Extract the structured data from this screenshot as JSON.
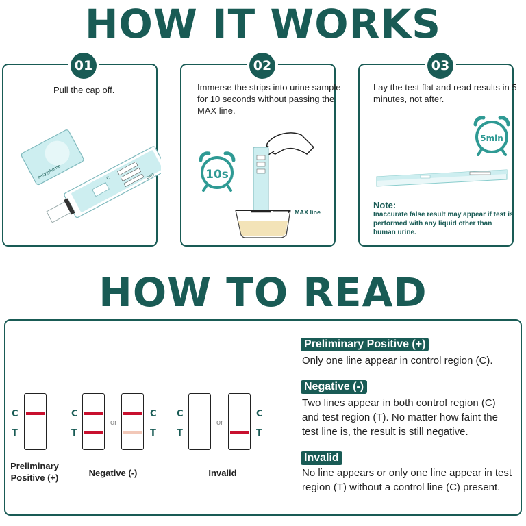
{
  "titles": {
    "works": "HOW IT WORKS",
    "read": "HOW TO READ"
  },
  "steps": [
    {
      "num": "01",
      "text": "Pull the cap off."
    },
    {
      "num": "02",
      "text": "Immerse the strips into urine sample for 10 seconds without passing the MAX line.",
      "timer": "10s",
      "max_label": "MAX line"
    },
    {
      "num": "03",
      "text": "Lay the test flat and read results in 5 minutes, not after.",
      "timer": "5min",
      "note_title": "Note:",
      "note_text": "Inaccurate false result may appear if test is performed with any liquid other than human urine."
    }
  ],
  "results": [
    {
      "label": "Preliminary Positive (+)",
      "desc": "Only one line appear in control region (C)."
    },
    {
      "label": "Negative (-)",
      "desc": "Two lines appear in both control region (C) and test region (T). No matter how faint the test line is, the result is still negative."
    },
    {
      "label": "Invalid",
      "desc": "No line appears or only one line appear in test region (T) without a control line (C) present."
    }
  ],
  "strip_labels": {
    "c": "C",
    "t": "T",
    "or": "or",
    "positive": "Preliminary Positive (+)",
    "negative": "Negative (-)",
    "invalid": "Invalid"
  },
  "device_text": {
    "brand": "easy@home",
    "c_mark": "C",
    "date": "DATE"
  },
  "colors": {
    "teal": "#195b55",
    "control_line": "#c8102e",
    "faint_line": "#f2c8b8",
    "device": "#cdeef0"
  }
}
